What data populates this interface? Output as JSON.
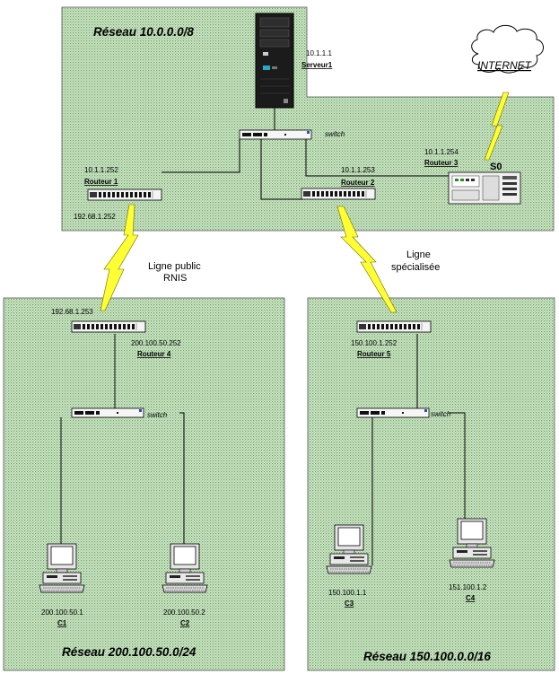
{
  "zones": {
    "top": {
      "title": "Réseau 10.0.0.0/8"
    },
    "left": {
      "title": "Réseau 200.100.50.0/24"
    },
    "right": {
      "title": "Réseau 150.100.0.0/16"
    }
  },
  "cloud": {
    "label": "INTERNET"
  },
  "server": {
    "ip": "10.1.1.1",
    "name": "Serveur1"
  },
  "switches": {
    "top": "switch",
    "left": "switch",
    "right": "switch"
  },
  "routers": {
    "r1": {
      "ip_top": "10.1.1.252",
      "name": "Routeur 1",
      "ip_bottom": "192.68.1.252"
    },
    "r2": {
      "ip": "10.1.1.253",
      "name": "Routeur 2"
    },
    "r3": {
      "ip": "10.1.1.254",
      "name": "Routeur 3",
      "port": "S0"
    },
    "r4": {
      "ip_top": "192.68.1.253",
      "ip": "200.100.50.252",
      "name": "Routeur 4"
    },
    "r5": {
      "ip": "150.100.1.252",
      "name": "Routeur 5"
    }
  },
  "links": {
    "rnis": {
      "line1": "Ligne public",
      "line2": "RNIS"
    },
    "specialisee": {
      "line1": "Ligne",
      "line2": "spécialisée"
    }
  },
  "clients": {
    "c1": {
      "ip": "200.100.50.1",
      "name": "C1"
    },
    "c2": {
      "ip": "200.100.50.2",
      "name": "C2"
    },
    "c3": {
      "ip": "150.100.1.1",
      "name": "C3"
    },
    "c4": {
      "ip": "151.100.1.2",
      "name": "C4"
    }
  }
}
